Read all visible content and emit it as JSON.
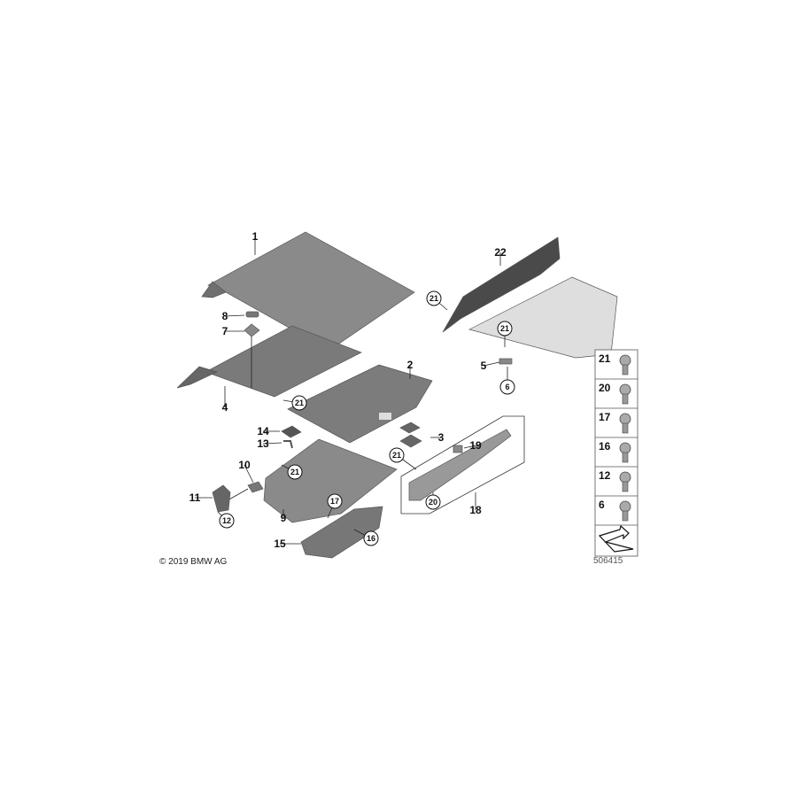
{
  "diagram": {
    "callouts": [
      {
        "id": "c1",
        "num": "1",
        "circled": false
      },
      {
        "id": "c8",
        "num": "8",
        "circled": false
      },
      {
        "id": "c7",
        "num": "7",
        "circled": false
      },
      {
        "id": "c4",
        "num": "4",
        "circled": false
      },
      {
        "id": "c2",
        "num": "2",
        "circled": false
      },
      {
        "id": "c21a",
        "num": "21",
        "circled": true
      },
      {
        "id": "c14",
        "num": "14",
        "circled": false
      },
      {
        "id": "c13",
        "num": "13",
        "circled": false
      },
      {
        "id": "c3",
        "num": "3",
        "circled": false
      },
      {
        "id": "c10",
        "num": "10",
        "circled": false
      },
      {
        "id": "c21b",
        "num": "21",
        "circled": true
      },
      {
        "id": "c11",
        "num": "11",
        "circled": false
      },
      {
        "id": "c12",
        "num": "12",
        "circled": true
      },
      {
        "id": "c9",
        "num": "9",
        "circled": false
      },
      {
        "id": "c17",
        "num": "17",
        "circled": true
      },
      {
        "id": "c15",
        "num": "15",
        "circled": false
      },
      {
        "id": "c16",
        "num": "16",
        "circled": true
      },
      {
        "id": "c21c",
        "num": "21",
        "circled": true
      },
      {
        "id": "c20",
        "num": "20",
        "circled": true
      },
      {
        "id": "c19",
        "num": "19",
        "circled": false
      },
      {
        "id": "c18",
        "num": "18",
        "circled": false
      },
      {
        "id": "c22",
        "num": "22",
        "circled": false
      },
      {
        "id": "c21d",
        "num": "21",
        "circled": true
      },
      {
        "id": "c21e",
        "num": "21",
        "circled": true
      },
      {
        "id": "c5",
        "num": "5",
        "circled": false
      },
      {
        "id": "c6",
        "num": "6",
        "circled": true
      }
    ],
    "legend": [
      "21",
      "20",
      "17",
      "16",
      "12",
      "6"
    ],
    "copyright": "© 2019 BMW AG",
    "diagram_number": "506415",
    "colors": {
      "part_dark": "#6e6e6e",
      "part_mid": "#8c8c8c",
      "part_light": "#d9d9d9",
      "line": "#222222"
    }
  }
}
